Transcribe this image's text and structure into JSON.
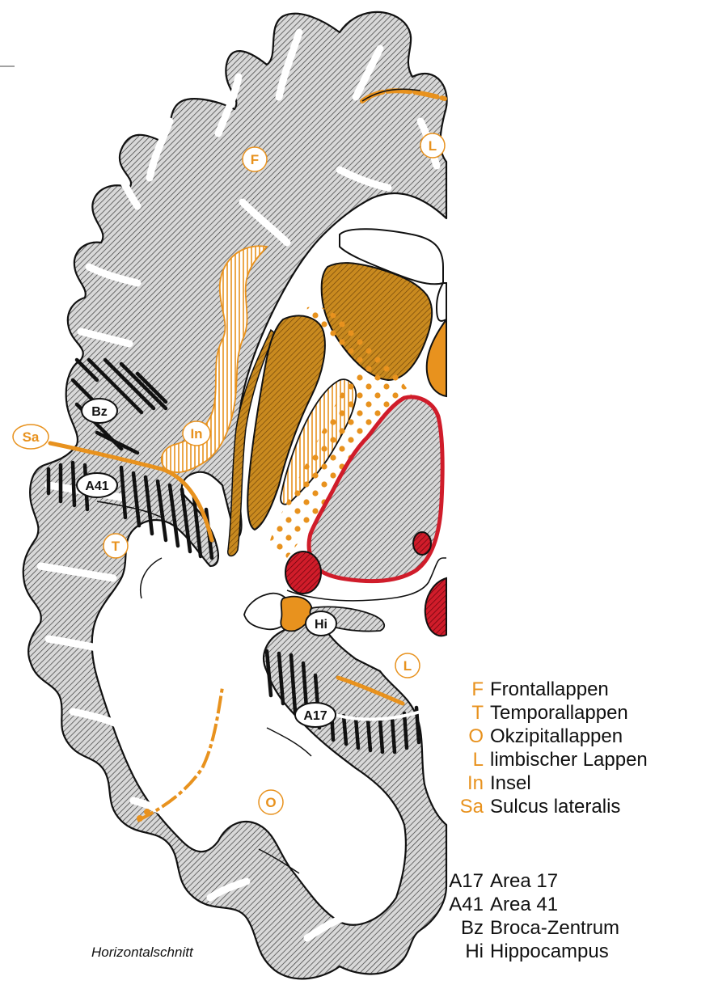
{
  "diagram_labels": {
    "F": "F",
    "L_top": "L",
    "In": "In",
    "Sa": "Sa",
    "T": "T",
    "L_bottom": "L",
    "O": "O",
    "Bz": "Bz",
    "A41": "A41",
    "Hi": "Hi",
    "A17": "A17"
  },
  "caption": "Horizontalschnitt",
  "legend_lobes": [
    {
      "abbr": "F",
      "text": "Frontallappen"
    },
    {
      "abbr": "T",
      "text": "Temporallappen"
    },
    {
      "abbr": "O",
      "text": "Okzipitallappen"
    },
    {
      "abbr": "L",
      "text": "limbischer Lappen"
    },
    {
      "abbr": "In",
      "text": "Insel"
    },
    {
      "abbr": "Sa",
      "text": "Sulcus lateralis"
    }
  ],
  "legend_areas": [
    {
      "abbr": "A17",
      "text": "Area 17"
    },
    {
      "abbr": "A41",
      "text": "Area 41"
    },
    {
      "abbr": "Bz",
      "text": "Broca-Zentrum"
    },
    {
      "abbr": "Hi",
      "text": "Hippocampus"
    }
  ],
  "colors": {
    "orange": "#e8921e",
    "brown": "#c98a1f",
    "red": "#d01c2a",
    "hatch_gray": "#d9d9d9",
    "outline": "#111111"
  }
}
